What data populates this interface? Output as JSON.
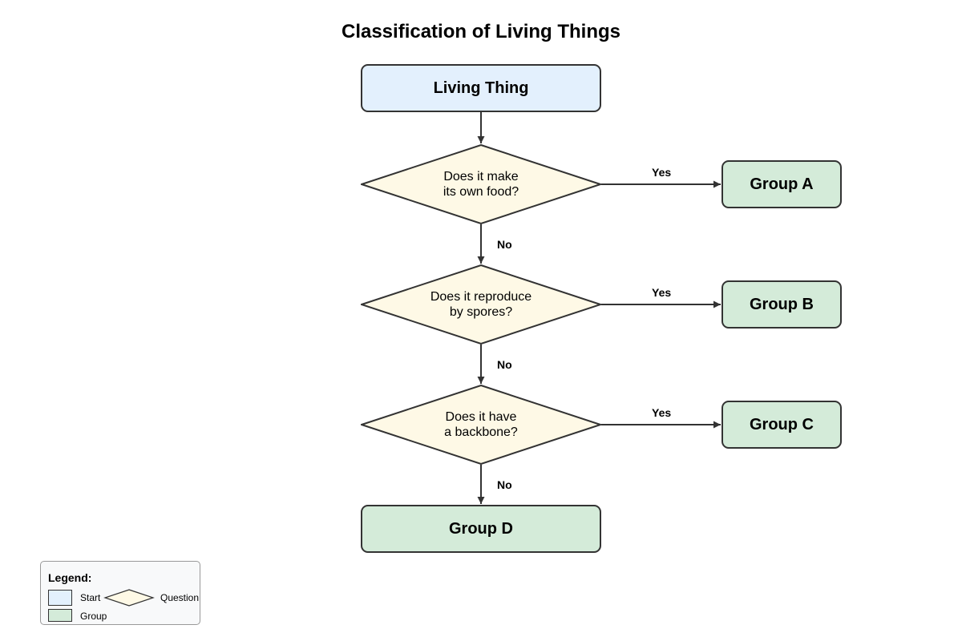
{
  "title": "Classification of Living Things",
  "colors": {
    "start_fill": "#e3f0fd",
    "question_fill": "#fef9e6",
    "group_fill": "#d4ebd9",
    "stroke": "#333333"
  },
  "nodes": {
    "start": "Living Thing",
    "q1": "Does it make\nits own food?",
    "q2": "Does it reproduce\nby spores?",
    "q3": "Does it have\na backbone?",
    "group_a": "Group A",
    "group_b": "Group B",
    "group_c": "Group C",
    "group_d": "Group D"
  },
  "edges": {
    "yes": "Yes",
    "no": "No"
  },
  "legend": {
    "title": "Legend:",
    "start": "Start",
    "question": "Question",
    "group": "Group"
  }
}
